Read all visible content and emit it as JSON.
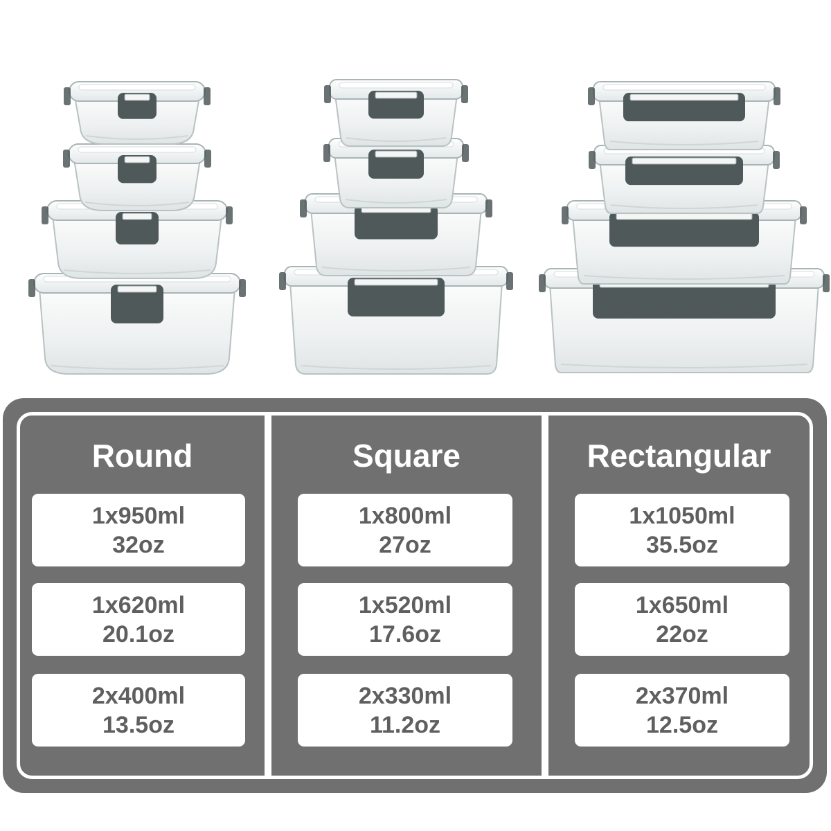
{
  "colors": {
    "panel": "#707070",
    "cell": "#ffffff",
    "title_text": "#ffffff",
    "cell_text": "#5f5f5f",
    "latch": "#50595a"
  },
  "photo": {
    "description_icon": "glass-food-containers",
    "stacks": [
      {
        "shape": "round",
        "count": 4
      },
      {
        "shape": "square",
        "count": 4
      },
      {
        "shape": "rectangular",
        "count": 4
      }
    ]
  },
  "columns": [
    {
      "title": "Round",
      "items": [
        {
          "qty": "1x950ml",
          "oz": "32oz"
        },
        {
          "qty": "1x620ml",
          "oz": "20.1oz"
        },
        {
          "qty": "2x400ml",
          "oz": "13.5oz"
        }
      ]
    },
    {
      "title": "Square",
      "items": [
        {
          "qty": "1x800ml",
          "oz": "27oz"
        },
        {
          "qty": "1x520ml",
          "oz": "17.6oz"
        },
        {
          "qty": "2x330ml",
          "oz": "11.2oz"
        }
      ]
    },
    {
      "title": "Rectangular",
      "items": [
        {
          "qty": "1x1050ml",
          "oz": "35.5oz"
        },
        {
          "qty": "1x650ml",
          "oz": "22oz"
        },
        {
          "qty": "2x370ml",
          "oz": "12.5oz"
        }
      ]
    }
  ]
}
